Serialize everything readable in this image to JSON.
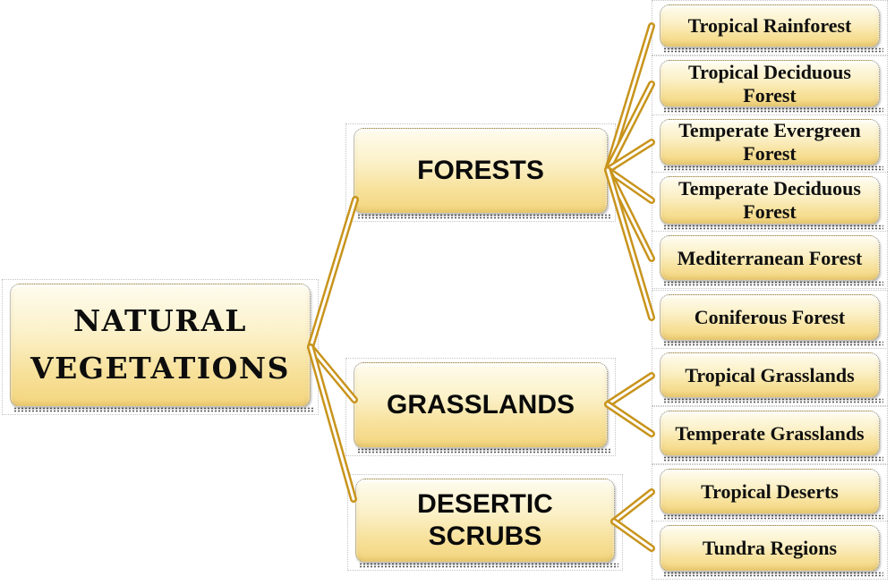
{
  "diagram": {
    "root": {
      "label": "NATURAL VEGETATIONS"
    },
    "categories": [
      {
        "label": "FORESTS",
        "children": [
          {
            "label": "Tropical Rainforest"
          },
          {
            "label": "Tropical Deciduous Forest"
          },
          {
            "label": "Temperate Evergreen Forest"
          },
          {
            "label": "Temperate Deciduous Forest"
          },
          {
            "label": "Mediterranean Forest"
          },
          {
            "label": "Coniferous Forest"
          }
        ]
      },
      {
        "label": "GRASSLANDS",
        "children": [
          {
            "label": "Tropical Grasslands"
          },
          {
            "label": "Temperate Grasslands"
          }
        ]
      },
      {
        "label": "DESERTIC SCRUBS",
        "children": [
          {
            "label": "Tropical Deserts"
          },
          {
            "label": "Tundra Regions"
          }
        ]
      }
    ],
    "colors": {
      "connector_gold": "#C8941C",
      "box_gradient_top": "#FEFCEF",
      "box_gradient_bottom": "#F3D57E",
      "text": "#0d0d0d"
    }
  }
}
